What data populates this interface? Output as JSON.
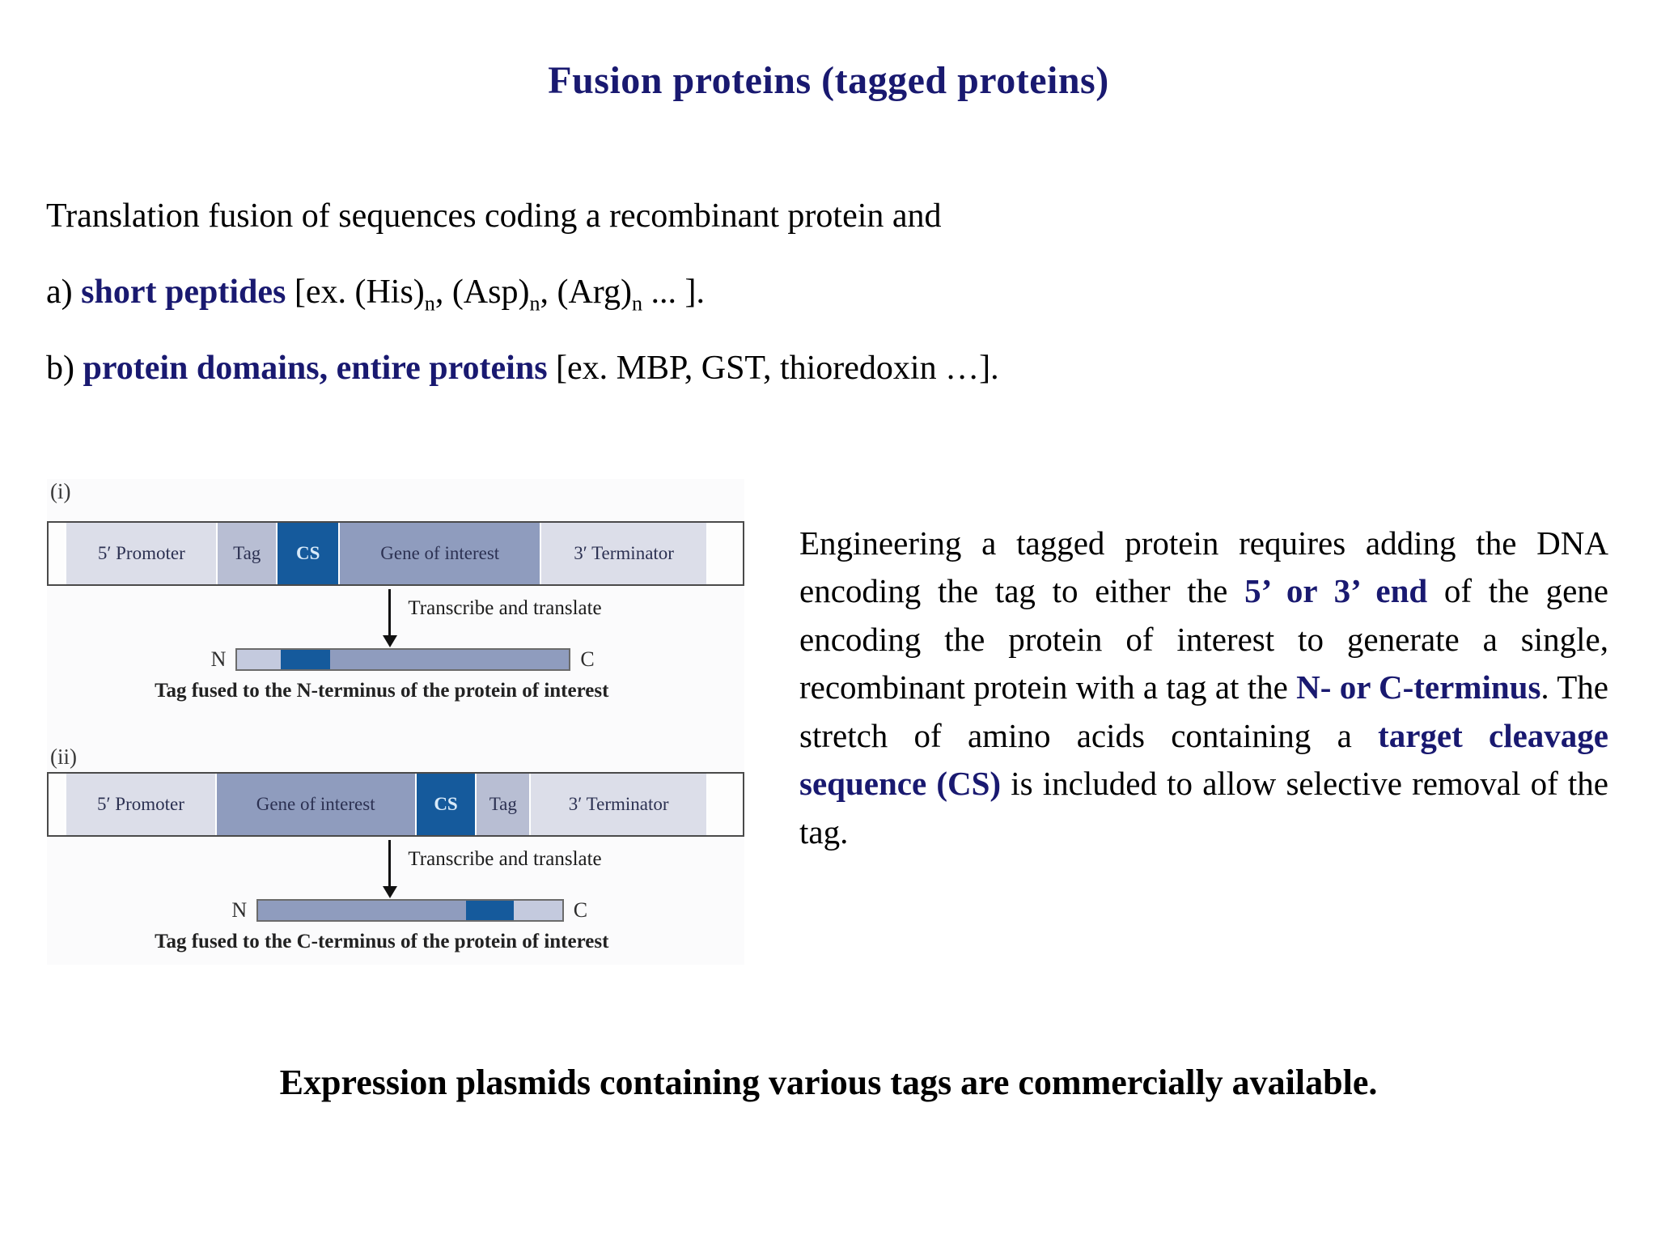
{
  "slide": {
    "title": "Fusion proteins (tagged proteins)",
    "intro": "Translation fusion of sequences coding a recombinant protein and",
    "item_a": {
      "runs": [
        {
          "t": "a) "
        },
        {
          "t": "short peptides",
          "b": true,
          "navy": true
        },
        {
          "t": " [ex. (His)"
        },
        {
          "t": "n",
          "sub": true
        },
        {
          "t": ", (Asp)"
        },
        {
          "t": "n",
          "sub": true
        },
        {
          "t": ", (Arg)"
        },
        {
          "t": "n",
          "sub": true
        },
        {
          "t": " ... ]."
        }
      ]
    },
    "item_b": {
      "runs": [
        {
          "t": "b) "
        },
        {
          "t": "protein domains, entire proteins",
          "b": true,
          "navy": true
        },
        {
          "t": " [ex. MBP, GST, thioredoxin …]."
        }
      ]
    },
    "bottom_note": "Expression plasmids containing various tags are commercially available."
  },
  "paragraph": {
    "runs": [
      {
        "t": "Engineering a tagged protein requires adding the DNA encoding the tag to either the "
      },
      {
        "t": "5’ or 3’ end",
        "b": true,
        "navy": true
      },
      {
        "t": " of the gene encoding the protein of interest to generate a single, recombinant protein with a tag at the "
      },
      {
        "t": "N- or C-terminus",
        "b": true,
        "navy": true
      },
      {
        "t": ". The stretch of amino acids containing a "
      },
      {
        "t": "target cleavage sequence (CS)",
        "b": true,
        "navy": true
      },
      {
        "t": " is included to allow selective removal of the tag."
      }
    ]
  },
  "figure": {
    "panel_i": {
      "label": "(i)",
      "construct": {
        "promoter": "5′ Promoter",
        "tag": "Tag",
        "cs": "CS",
        "gene": "Gene of interest",
        "terminator": "3′ Terminator"
      },
      "arrow_label": "Transcribe and translate",
      "protein": {
        "n_label": "N",
        "c_label": "C"
      },
      "caption": "Tag fused to the N-terminus of the protein of interest"
    },
    "panel_ii": {
      "label": "(ii)",
      "construct": {
        "promoter": "5′ Promoter",
        "gene": "Gene of interest",
        "cs": "CS",
        "tag": "Tag",
        "terminator": "3′ Terminator"
      },
      "arrow_label": "Transcribe and translate",
      "protein": {
        "n_label": "N",
        "c_label": "C"
      },
      "caption": "Tag fused to the C-terminus of the protein of interest"
    }
  },
  "colors": {
    "title_navy": "#191970",
    "cs_blue": "#155a9c",
    "gene_blue_gray": "#8f9cbe",
    "tag_light_blue": "#b8bed3",
    "promoter_terminator_light": "#dcdee9",
    "protein_light_segment": "#c4cade"
  }
}
